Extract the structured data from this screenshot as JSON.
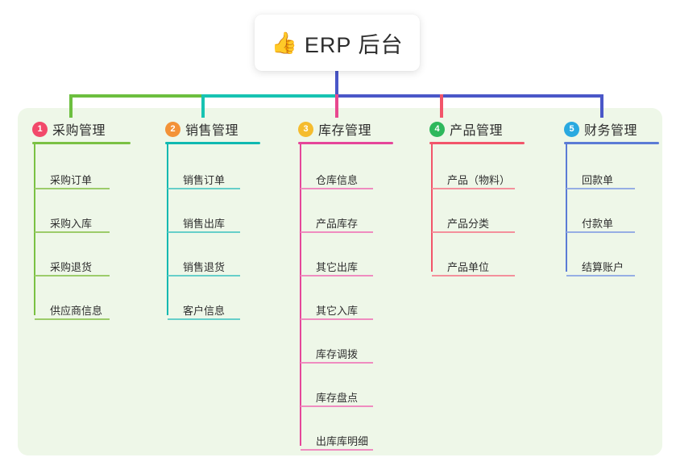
{
  "title": {
    "emoji": "👍",
    "emoji_name": "thumbs-up-icon",
    "text": "ERP 后台"
  },
  "palette": {
    "panel_bg": "#eef7e8",
    "page_bg": "#ffffff",
    "trunk": "#4a57c8",
    "wire_green": "#6cbf3f",
    "wire_teal": "#17c3b2",
    "wire_blue": "#4a57c8",
    "drop_green": "#6cbf3f",
    "drop_teal": "#17c3b2",
    "drop_pink": "#e8488f",
    "drop_red": "#f2556a",
    "drop_blue": "#4a57c8"
  },
  "columns": [
    {
      "index": "1",
      "title": "采购管理",
      "badge_color": "#f2496a",
      "line_color": "#7ac143",
      "rule_color": "#9ccc6a",
      "items": [
        "采购订单",
        "采购入库",
        "采购退货",
        "供应商信息"
      ]
    },
    {
      "index": "2",
      "title": "销售管理",
      "badge_color": "#f39237",
      "line_color": "#0fb9b1",
      "rule_color": "#66cfc9",
      "items": [
        "销售订单",
        "销售出库",
        "销售退货",
        "客户信息"
      ]
    },
    {
      "index": "3",
      "title": "库存管理",
      "badge_color": "#f5bc2e",
      "line_color": "#e5469a",
      "rule_color": "#ef8cc0",
      "items": [
        "仓库信息",
        "产品库存",
        "其它出库",
        "其它入库",
        "库存调拨",
        "库存盘点",
        "出库库明细"
      ]
    },
    {
      "index": "4",
      "title": "产品管理",
      "badge_color": "#2eb85c",
      "line_color": "#f2556a",
      "rule_color": "#f4909c",
      "items": [
        "产品（物料）",
        "产品分类",
        "产品单位"
      ]
    },
    {
      "index": "5",
      "title": "财务管理",
      "badge_color": "#29a9e0",
      "line_color": "#5b7bd5",
      "rule_color": "#96aee4",
      "items": [
        "回款单",
        "付款单",
        "结算账户"
      ]
    }
  ]
}
